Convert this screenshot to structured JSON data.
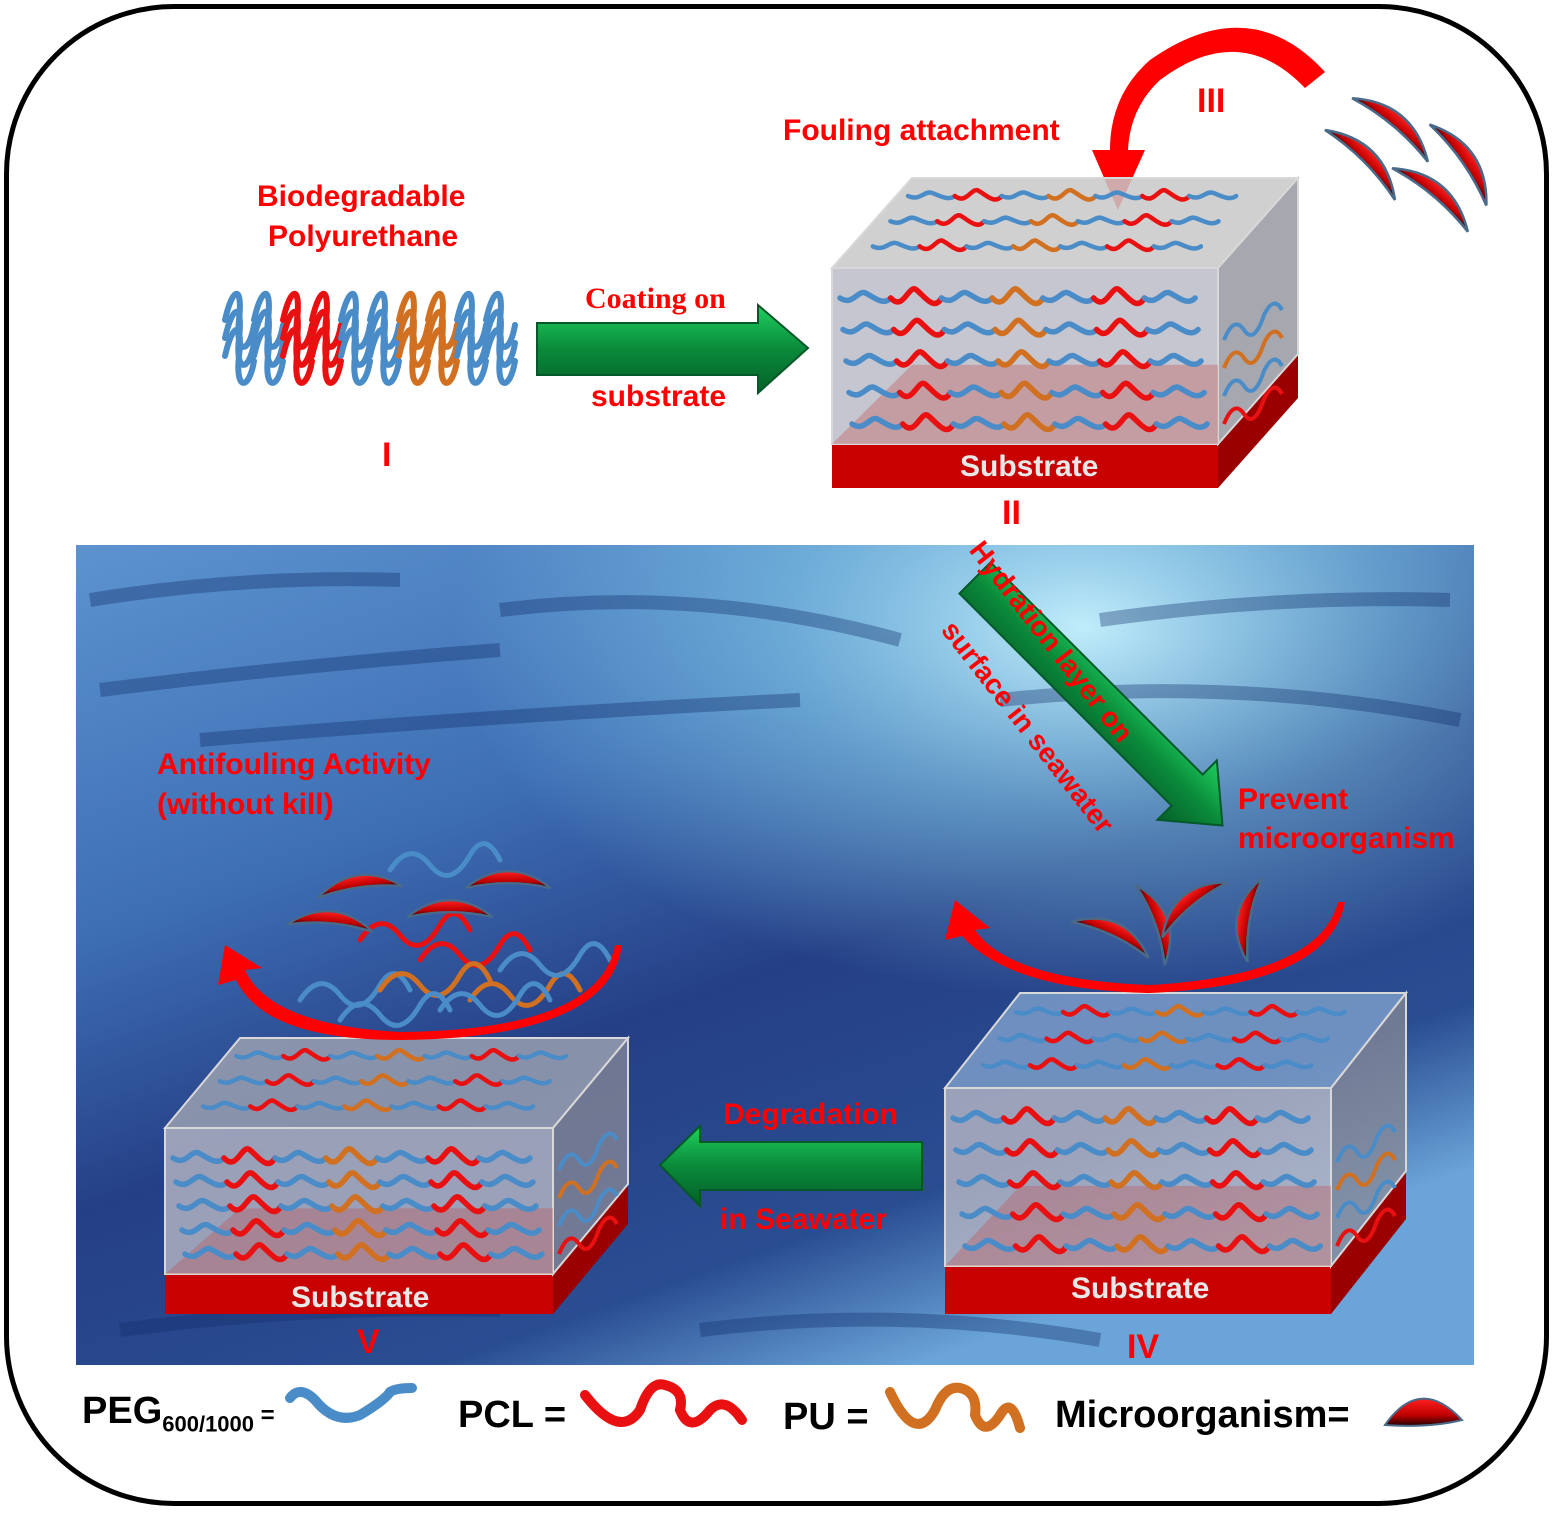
{
  "title": "Biodegradable polyurethane antifouling coating mechanism",
  "colors": {
    "label_red": "#ff0000",
    "peg_blue": "#4a8cc8",
    "pcl_red": "#e81010",
    "pu_orange": "#d07020",
    "substrate_red": "#c80000",
    "arrow_green": "#0a9a40",
    "ocean_deep": "#1c3a7a",
    "ocean_light": "#8fd8f0"
  },
  "stages": {
    "I": {
      "numeral": "I",
      "title_line1": "Biodegradable",
      "title_line2": "Polyurethane"
    },
    "II": {
      "numeral": "II",
      "substrate_label": "Substrate"
    },
    "III": {
      "numeral": "III",
      "label": "Fouling attachment"
    },
    "IV": {
      "numeral": "IV",
      "substrate_label": "Substrate",
      "label_line1": "Prevent",
      "label_line2": "microorganism"
    },
    "V": {
      "numeral": "V",
      "substrate_label": "Substrate",
      "label_line1": "Antifouling Activity",
      "label_line2": "(without kill)"
    }
  },
  "arrows": {
    "coating": {
      "top": "Coating on",
      "bottom": "substrate"
    },
    "hydration": {
      "top": "Hydration layer  on",
      "bottom": "surface in seawater"
    },
    "degradation": {
      "top": "Degradation",
      "bottom": "in Seawater"
    }
  },
  "legend": [
    {
      "name": "PEG",
      "subscript": "600/1000",
      "suffix": " =",
      "icon": "peg-chain-icon",
      "color": "#4a8cc8"
    },
    {
      "name": "PCL",
      "subscript": "",
      "suffix": " =",
      "icon": "pcl-chain-icon",
      "color": "#e81010"
    },
    {
      "name": "PU",
      "subscript": "",
      "suffix": " =",
      "icon": "pu-chain-icon",
      "color": "#d07020"
    },
    {
      "name": "Microorganism",
      "subscript": "",
      "suffix": "=",
      "icon": "microorganism-icon",
      "color": "#cc0000"
    }
  ]
}
